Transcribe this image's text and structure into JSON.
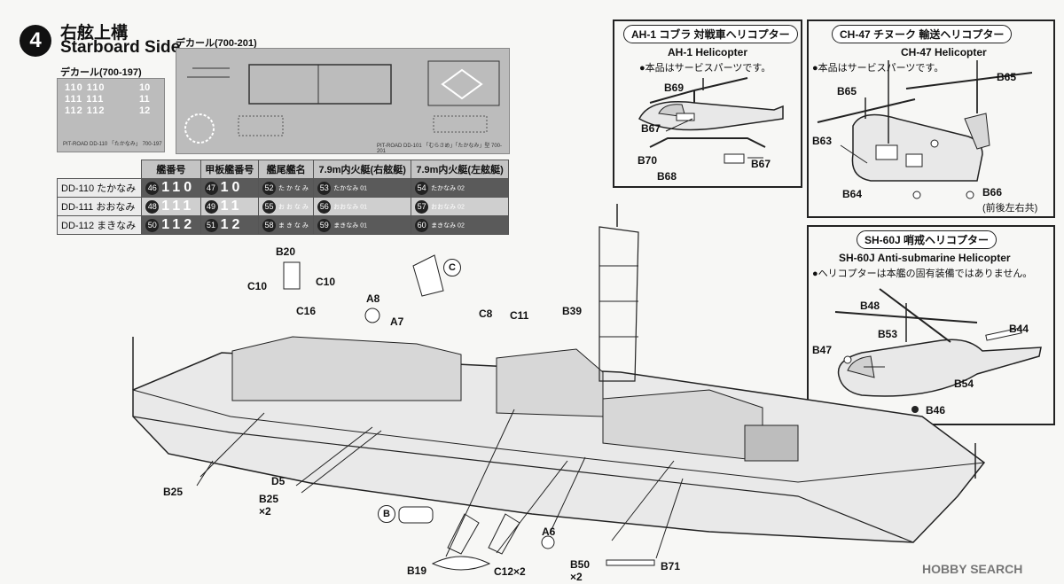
{
  "header": {
    "step_number": "4",
    "title_jp": "右舷上構",
    "title_en": "Starboard Side"
  },
  "decals": {
    "small_label": "デカール(700-197)",
    "large_label": "デカール(700-201)",
    "small_sheet_lines": [
      "110 110",
      "111 111",
      "112 112"
    ],
    "small_sheet_side": [
      "10",
      "11",
      "12"
    ],
    "small_sheet_footer": "PIT-ROAD DD-110 「たかなみ」 700-197",
    "large_sheet_footer": "PIT-ROAD DD-101 「むらさめ」「たかなみ」型 700-201"
  },
  "hull_table": {
    "headers": [
      "",
      "艦番号",
      "甲板艦番号",
      "艦尾艦名",
      "7.9m内火艇(右舷艇)",
      "7.9m内火艇(左舷艇)"
    ],
    "rows": [
      {
        "name": "DD-110 たかなみ",
        "a_no": "46",
        "a_val": "110",
        "b_no": "47",
        "b_val": "10",
        "c_no": "52",
        "c_val": "た か な み",
        "d_no": "53",
        "d_val": "たかなみ 01",
        "e_no": "54",
        "e_val": "たかなみ 02"
      },
      {
        "name": "DD-111 おおなみ",
        "a_no": "48",
        "a_val": "111",
        "b_no": "49",
        "b_val": "11",
        "c_no": "55",
        "c_val": "お お な み",
        "d_no": "56",
        "d_val": "おおなみ 01",
        "e_no": "57",
        "e_val": "おおなみ 02"
      },
      {
        "name": "DD-112 まきなみ",
        "a_no": "50",
        "a_val": "112",
        "b_no": "51",
        "b_val": "12",
        "c_no": "58",
        "c_val": "ま き な み",
        "d_no": "59",
        "d_val": "まきなみ 01",
        "e_no": "60",
        "e_val": "まきなみ 02"
      }
    ]
  },
  "panels": {
    "ah1": {
      "title": "AH-1 コブラ 対戦車ヘリコプター",
      "subtitle": "AH-1 Helicopter",
      "note": "●本品はサービスパーツです。",
      "parts": [
        "B69",
        "B67",
        "B70",
        "B68",
        "B67"
      ]
    },
    "ch47": {
      "title": "CH-47 チヌーク 輸送ヘリコプター",
      "subtitle": "CH-47 Helicopter",
      "note": "●本品はサービスパーツです。",
      "parts": [
        "B65",
        "B65",
        "B63",
        "B64",
        "B66"
      ],
      "part_note": "(前後左右共)"
    },
    "sh60j": {
      "title": "SH-60J 哨戒ヘリコプター",
      "subtitle": "SH-60J Anti-submarine Helicopter",
      "note": "●ヘリコプターは本艦の固有装備ではありません。",
      "parts": [
        "B48",
        "B53",
        "B44",
        "B47",
        "B54",
        "B46"
      ]
    }
  },
  "ship_parts": {
    "B20": "B20",
    "C10a": "C10",
    "C10b": "C10",
    "C16": "C16",
    "A8": "A8",
    "A7": "A7",
    "C": "C",
    "C8": "C8",
    "C11": "C11",
    "B39": "B39",
    "D5": "D5",
    "B25a": "B25",
    "B25b": "B25",
    "x2a": "×2",
    "B": "B",
    "B19": "B19",
    "C12": "C12×2",
    "A6": "A6",
    "B50": "B50",
    "x2b": "×2",
    "B71": "B71"
  },
  "watermark": "HOBBY SEARCH",
  "colors": {
    "badge": "#222222",
    "table_dark": "#5a5a5a",
    "table_light": "#cfcfcf",
    "decal_sheet": "#bcbcbc"
  }
}
